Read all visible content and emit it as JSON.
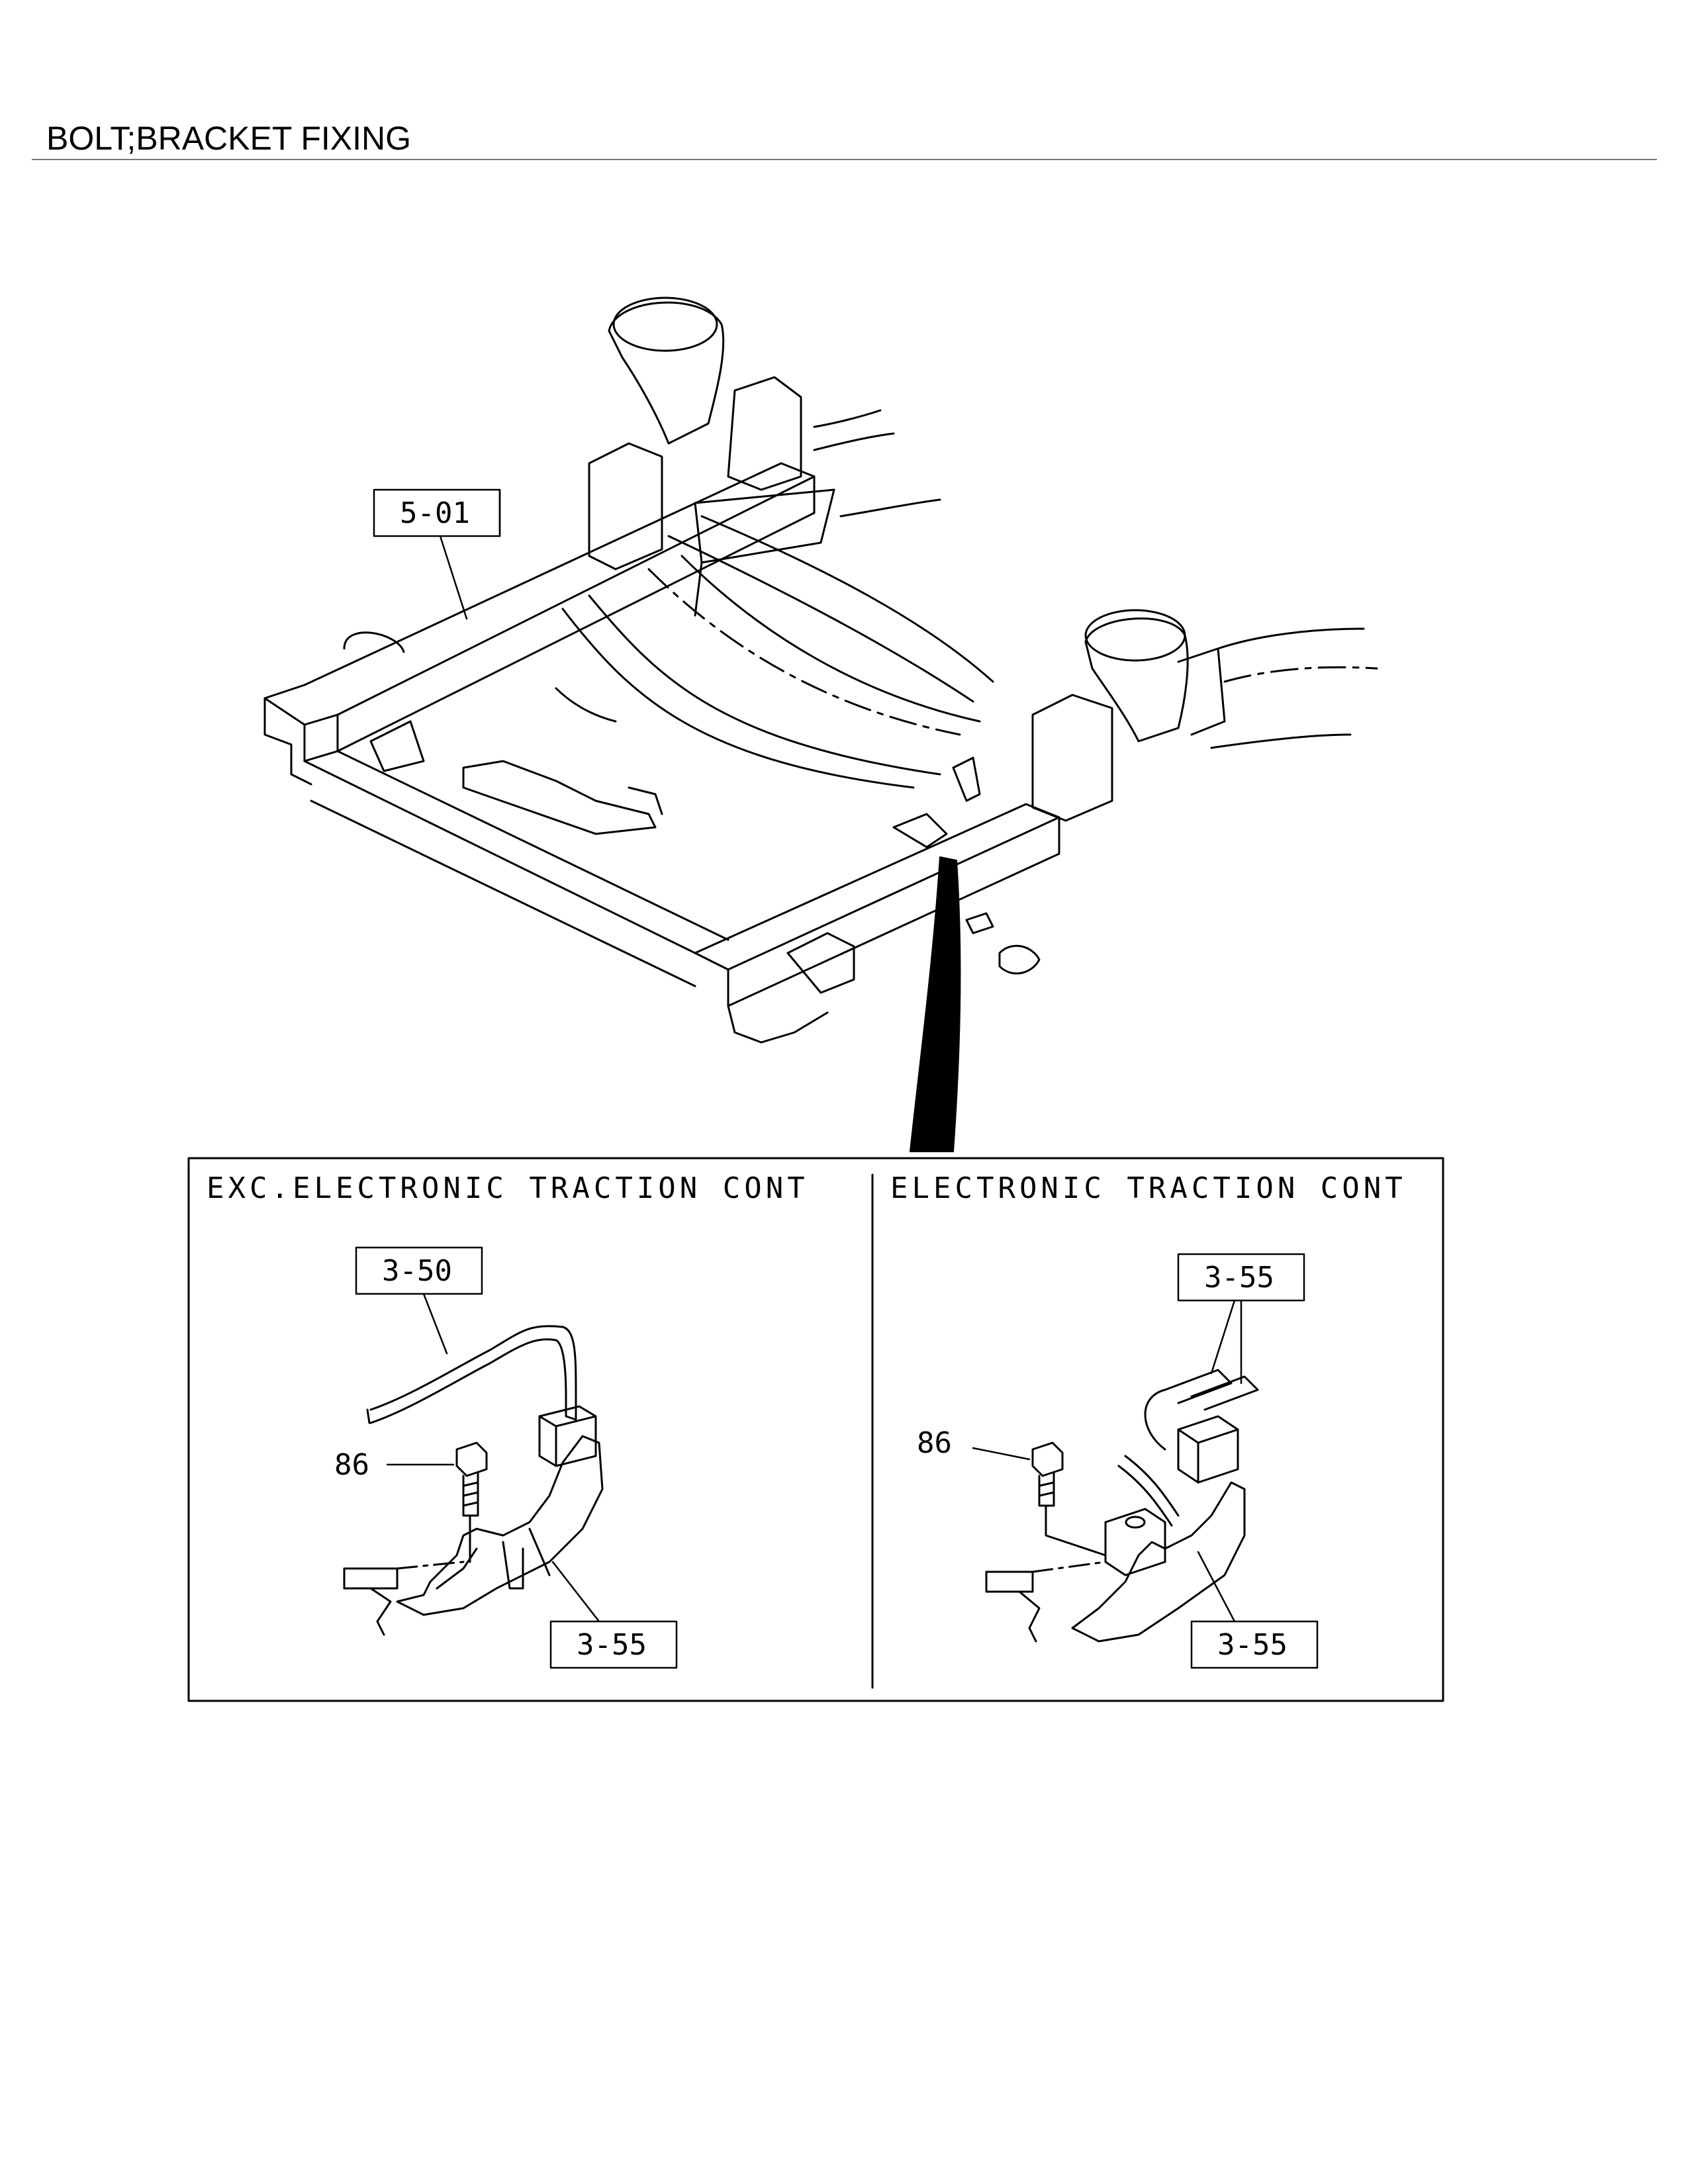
{
  "page": {
    "title": "BOLT;BRACKET FIXING"
  },
  "diagram": {
    "callouts": {
      "frame": "5-01",
      "left_hose": "3-50",
      "left_bracket": "3-55",
      "left_bolt": "86",
      "right_hose": "3-55",
      "right_bracket": "3-55",
      "right_bolt": "86"
    },
    "detail_panels": {
      "left": "EXC.ELECTRONIC TRACTION CONT",
      "right": "ELECTRONIC TRACTION CONT"
    }
  }
}
